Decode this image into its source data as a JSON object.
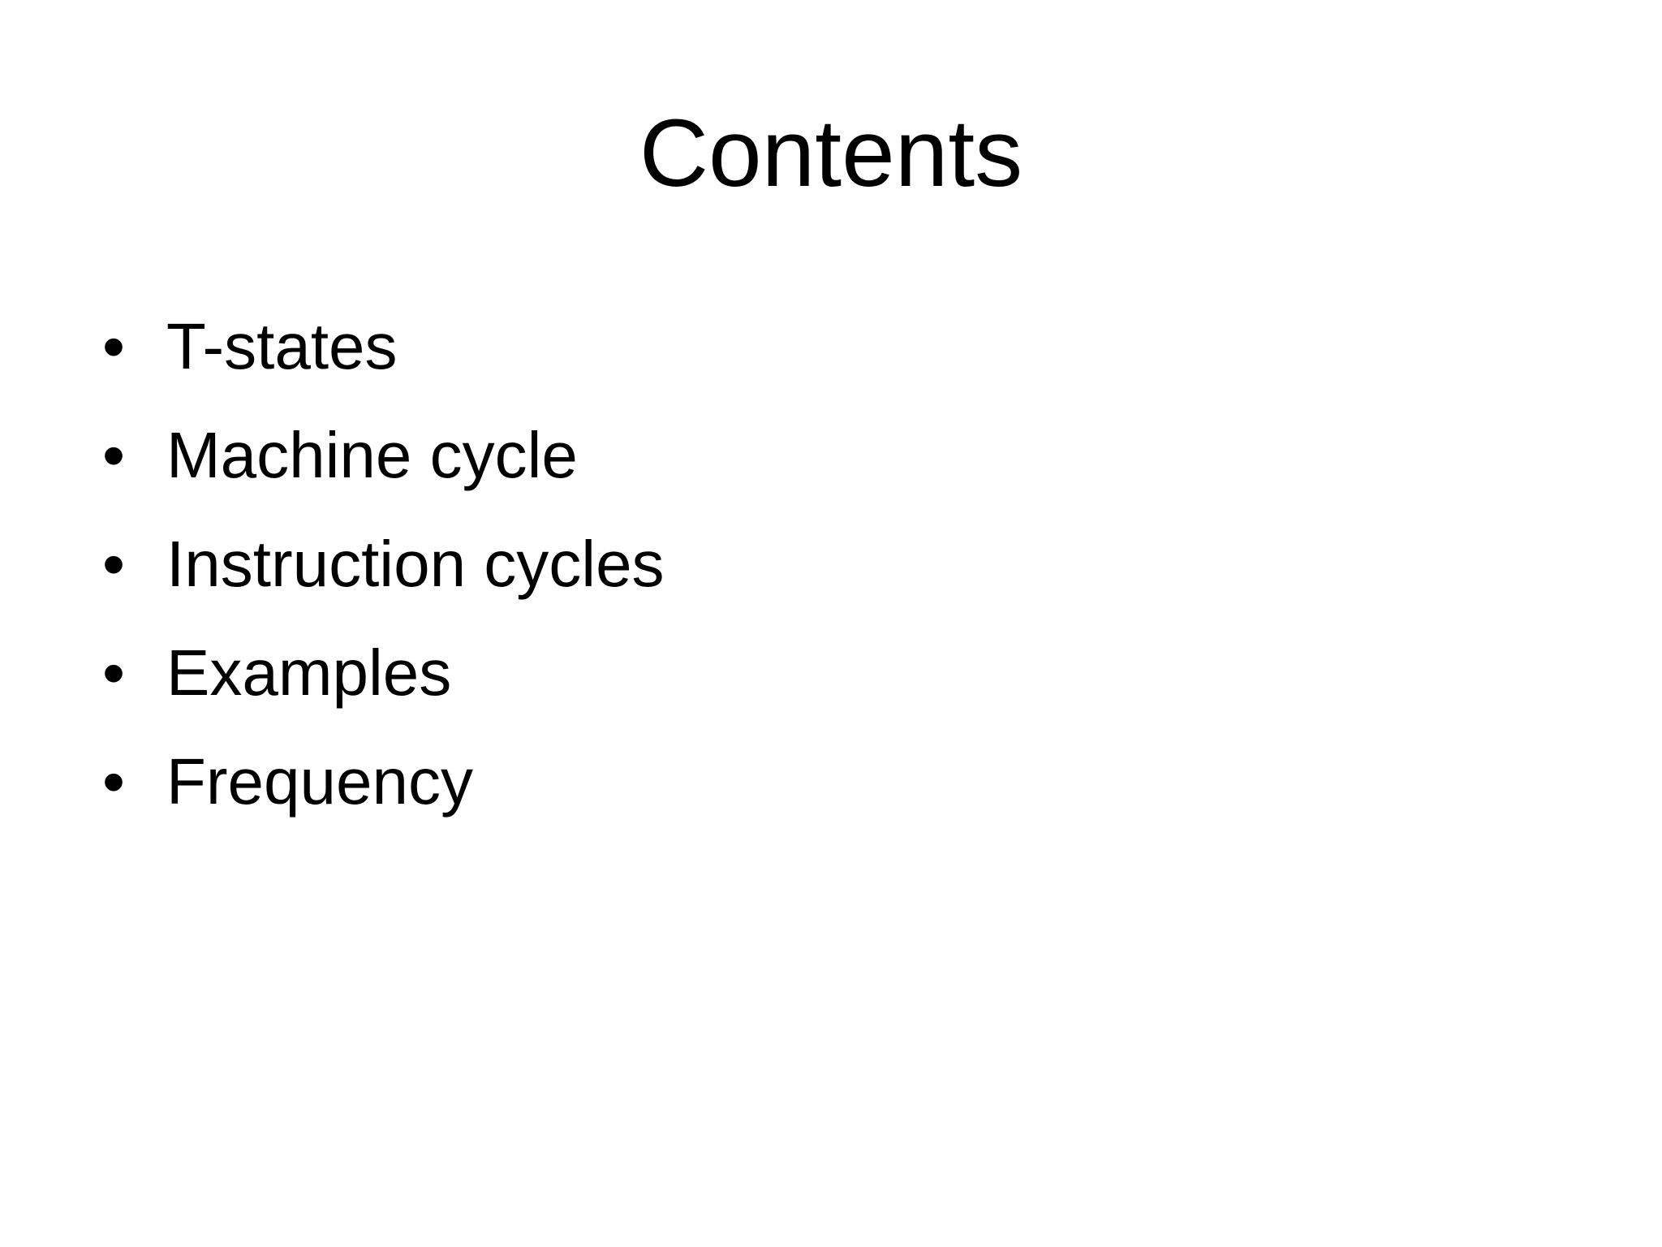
{
  "slide": {
    "title": "Contents",
    "bullet_glyph": "•",
    "bullets": [
      "T-states",
      "Machine cycle",
      "Instruction cycles",
      "Examples",
      "Frequency"
    ],
    "colors": {
      "background": "#ffffff",
      "text": "#000000"
    }
  }
}
